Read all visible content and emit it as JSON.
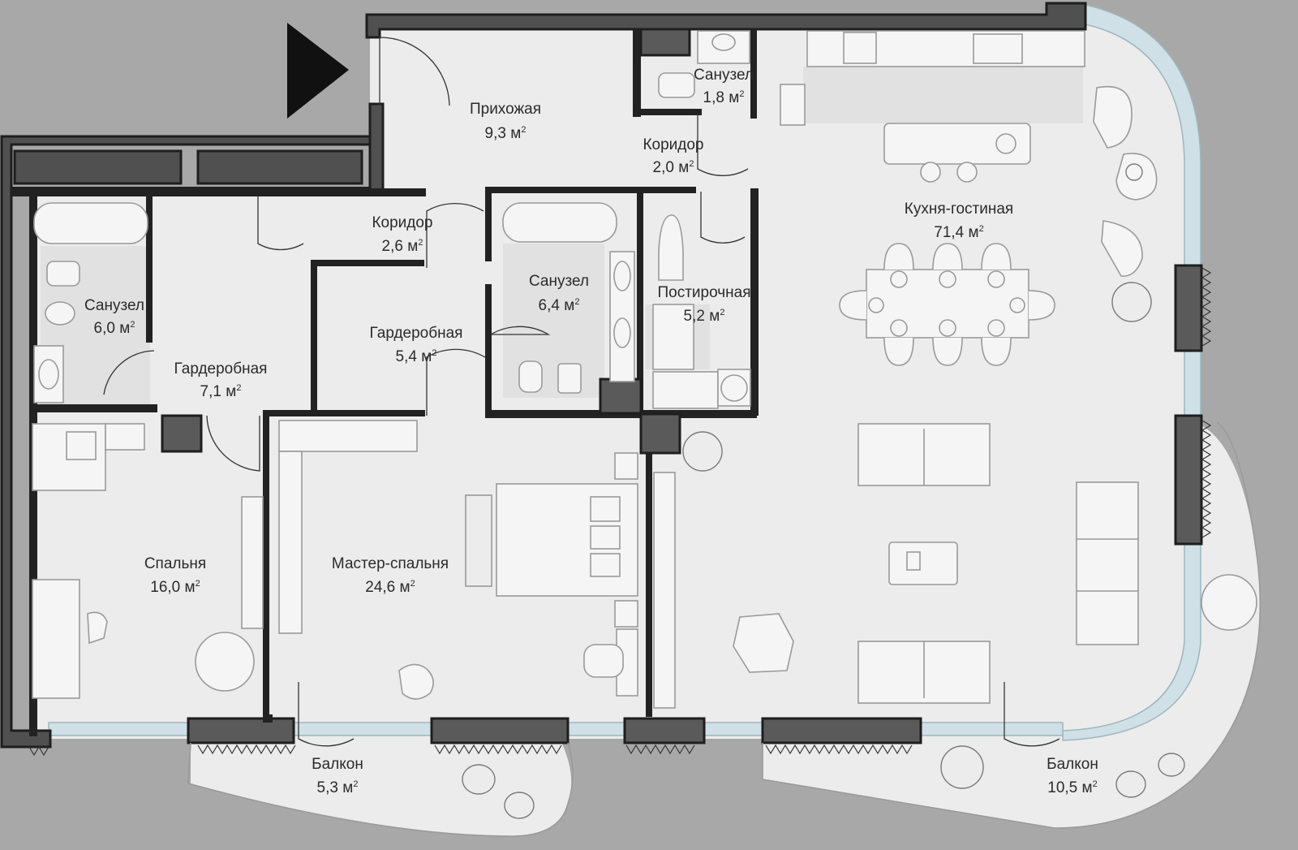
{
  "plan": {
    "area_unit": "м",
    "area_unit_sup": "2"
  },
  "rooms": {
    "hall": {
      "name": "Прихожая",
      "area": "9,3"
    },
    "wc_small": {
      "name": "Санузел",
      "area": "1,8"
    },
    "corridor_1": {
      "name": "Коридор",
      "area": "2,0"
    },
    "kitchen": {
      "name": "Кухня-гостиная",
      "area": "71,4"
    },
    "corridor_2": {
      "name": "Коридор",
      "area": "2,6"
    },
    "bath_left": {
      "name": "Санузел",
      "area": "6,0"
    },
    "bath_mid": {
      "name": "Санузел",
      "area": "6,4"
    },
    "laundry": {
      "name": "Постирочная",
      "area": "5,2"
    },
    "wardrobe_1": {
      "name": "Гардеробная",
      "area": "7,1"
    },
    "wardrobe_2": {
      "name": "Гардеробная",
      "area": "5,4"
    },
    "bedroom": {
      "name": "Спальня",
      "area": "16,0"
    },
    "master": {
      "name": "Мастер-спальня",
      "area": "24,6"
    },
    "balcony_1": {
      "name": "Балкон",
      "area": "5,3"
    },
    "balcony_2": {
      "name": "Балкон",
      "area": "10,5"
    }
  }
}
